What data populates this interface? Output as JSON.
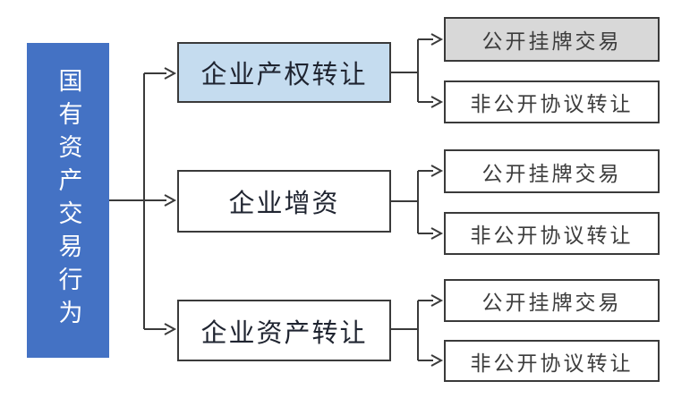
{
  "diagram": {
    "root": {
      "label": "国有资产交易行为"
    },
    "branches": [
      {
        "label": "企业产权转让",
        "highlighted": true,
        "children": [
          {
            "label": "公开挂牌交易",
            "highlighted": true
          },
          {
            "label": "非公开协议转让",
            "highlighted": false
          }
        ]
      },
      {
        "label": "企业增资",
        "highlighted": false,
        "children": [
          {
            "label": "公开挂牌交易",
            "highlighted": false
          },
          {
            "label": "非公开协议转让",
            "highlighted": false
          }
        ]
      },
      {
        "label": "企业资产转让",
        "highlighted": false,
        "children": [
          {
            "label": "公开挂牌交易",
            "highlighted": false
          },
          {
            "label": "非公开协议转让",
            "highlighted": false
          }
        ]
      }
    ],
    "colors": {
      "root_fill": "#4472c4",
      "root_text": "#ffffff",
      "highlight_blue_fill": "#c5dcef",
      "highlight_gray_fill": "#d8d8d8",
      "box_fill": "#ffffff",
      "border": "#3a3a3a",
      "connector": "#3a3a3a",
      "text": "#1f2430"
    }
  }
}
